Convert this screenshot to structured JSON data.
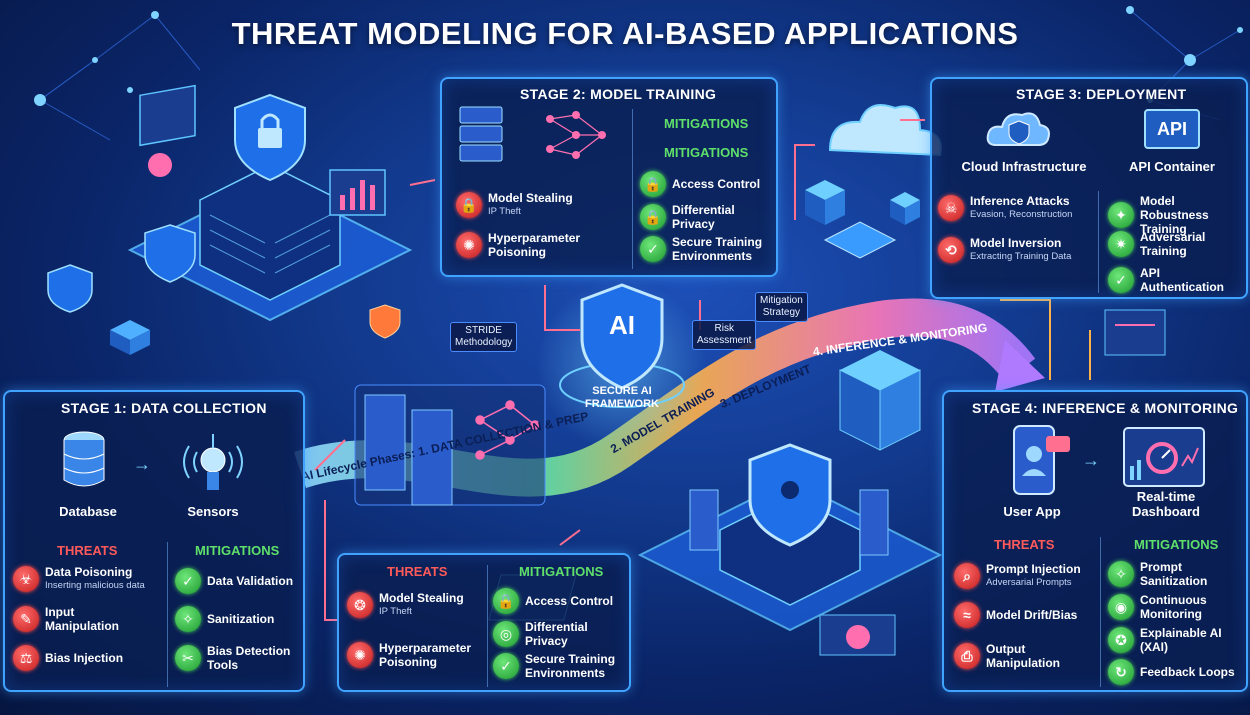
{
  "title": "THREAT MODELING FOR AI-BASED APPLICATIONS",
  "center": {
    "badge": "AI",
    "line1": "SECURE AI",
    "line2": "FRAMEWORK"
  },
  "labels": {
    "stride_1": "STRIDE",
    "stride_2": "Methodology",
    "risk_1": "Risk",
    "risk_2": "Assessment",
    "mitig_1": "Mitigation",
    "mitig_2": "Strategy"
  },
  "lifecycle": {
    "prefix": "AI Lifecycle Phases: 1. DATA COLLECTION & PREP",
    "phase2": "2. MODEL TRAINING",
    "phase3": "3. DEPLOYMENT",
    "phase4": "4. INFERENCE & MONITORING"
  },
  "stage1": {
    "title": "STAGE 1: DATA COLLECTION",
    "icon_left": "Database",
    "icon_right": "Sensors",
    "threats_heading": "THREATS",
    "mitigations_heading": "MITIGATIONS",
    "threats": [
      {
        "label": "Data Poisoning",
        "sub": "Inserting malicious data",
        "icon": "poison-icon"
      },
      {
        "label": "Input",
        "label2": "Manipulation",
        "sub": "",
        "icon": "manipulation-icon"
      },
      {
        "label": "Bias Injection",
        "sub": "",
        "icon": "bias-icon"
      }
    ],
    "mitigations": [
      {
        "label": "Data Validation",
        "label2": "",
        "icon": "check-icon"
      },
      {
        "label": "Sanitization",
        "label2": "",
        "icon": "sanitize-icon"
      },
      {
        "label": "Bias Detection",
        "label2": "Tools",
        "icon": "tools-icon"
      }
    ]
  },
  "stage2": {
    "title": "STAGE 2: MODEL TRAINING",
    "mitigations_heading_a": "MITIGATIONS",
    "mitigations_heading_b": "MITIGATIONS",
    "threats": [
      {
        "label": "Model Stealing",
        "sub": "IP Theft",
        "icon": "lock-icon"
      },
      {
        "label": "Hyperparameter",
        "label2": "Poisoning",
        "icon": "virus-icon"
      }
    ],
    "mitigations": [
      {
        "label": "Access Control",
        "label2": "",
        "icon": "lock-icon"
      },
      {
        "label": "Differential",
        "label2": "Privacy",
        "icon": "lock-icon"
      },
      {
        "label": "Secure Training",
        "label2": "Environments",
        "icon": "shield-icon"
      }
    ]
  },
  "stage2b": {
    "threats_heading": "THREATS",
    "mitigations_heading": "MITIGATIONS",
    "threats": [
      {
        "label": "Model Stealing",
        "sub": "IP Theft",
        "icon": "brain-icon"
      },
      {
        "label": "Hyperparameter",
        "label2": "Poisoning",
        "icon": "virus-icon"
      }
    ],
    "mitigations": [
      {
        "label": "Access Control",
        "label2": "",
        "icon": "lock-icon"
      },
      {
        "label": "Differential Privacy",
        "label2": "",
        "icon": "fingerprint-icon"
      },
      {
        "label": "Secure Training",
        "label2": "Environments",
        "icon": "shield-icon"
      }
    ]
  },
  "stage3": {
    "title": "STAGE 3: DEPLOYMENT",
    "icon_left": "Cloud Infrastructure",
    "icon_right": "API Container",
    "api_text": "API",
    "threats": [
      {
        "label": "Inference Attacks",
        "sub": "Evasion, Reconstruction",
        "icon": "attacker-icon"
      },
      {
        "label": "Model Inversion",
        "sub": "Extracting Training Data",
        "icon": "inversion-icon"
      }
    ],
    "mitigations": [
      {
        "label": "Model Robustness",
        "label2": "Training",
        "icon": "robust-icon"
      },
      {
        "label": "Adversarial",
        "label2": "Training",
        "icon": "adversarial-icon"
      },
      {
        "label": "API Authentication",
        "label2": "",
        "icon": "shield-icon"
      }
    ]
  },
  "stage4": {
    "title": "STAGE 4: INFERENCE & MONITORING",
    "icon_left": "User App",
    "icon_right_1": "Real-time",
    "icon_right_2": "Dashboard",
    "threats_heading": "THREATS",
    "mitigations_heading": "MITIGATIONS",
    "threats": [
      {
        "label": "Prompt Injection",
        "sub": "Adversarial Prompts",
        "icon": "prompt-icon"
      },
      {
        "label": "Model Drift/Bias",
        "sub": "",
        "icon": "drift-icon"
      },
      {
        "label": "Output",
        "label2": "Manipulation",
        "icon": "output-icon"
      }
    ],
    "mitigations": [
      {
        "label": "Prompt Sanitization",
        "label2": "",
        "icon": "sanitize-icon"
      },
      {
        "label": "Continuous",
        "label2": "Monitoring",
        "icon": "monitor-icon"
      },
      {
        "label": "Explainable AI (XAI)",
        "label2": "",
        "icon": "xai-icon"
      },
      {
        "label": "Feedback Loops",
        "label2": "",
        "icon": "loop-icon"
      }
    ]
  }
}
